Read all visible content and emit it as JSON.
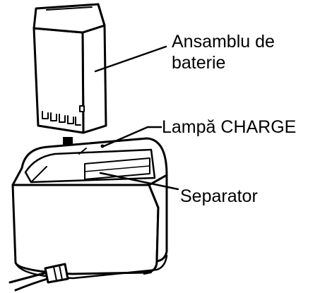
{
  "labels": {
    "battery_line1": "Ansamblu de",
    "battery_line2": "baterie",
    "charge_lamp": "Lampă CHARGE",
    "separator": "Separator"
  },
  "colors": {
    "stroke": "#000000",
    "fill": "#ffffff"
  }
}
